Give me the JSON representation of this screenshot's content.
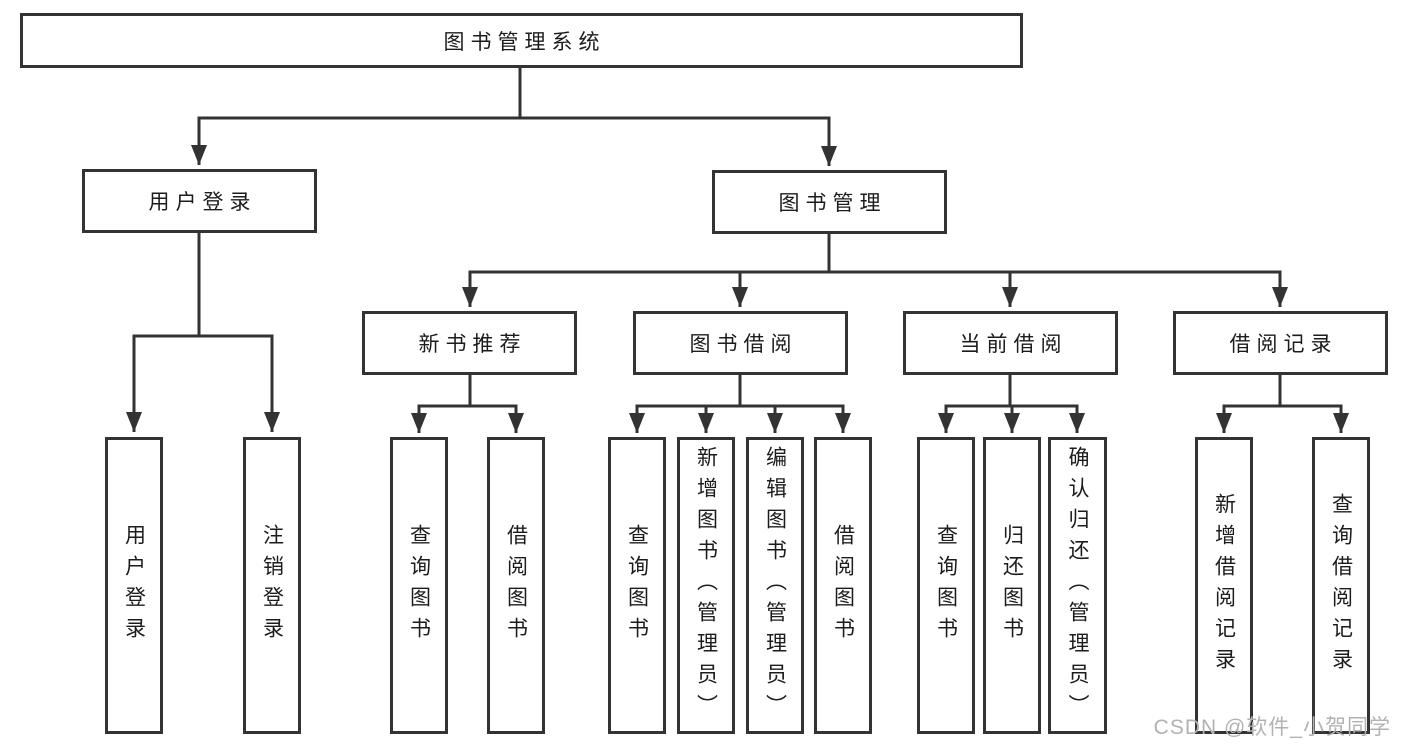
{
  "diagram": {
    "type": "hierarchy-diagram",
    "colors": {
      "line": "#333333",
      "box_border": "#333333",
      "box_background": "#ffffff",
      "text": "#1c1c1c",
      "watermark": "#b2b2b2"
    },
    "tree": {
      "label": "图书管理系统",
      "children": [
        {
          "label": "用户登录",
          "children": [
            {
              "label": "用户登录"
            },
            {
              "label": "注销登录"
            }
          ]
        },
        {
          "label": "图书管理",
          "children": [
            {
              "label": "新书推荐",
              "children": [
                {
                  "label": "查询图书"
                },
                {
                  "label": "借阅图书"
                }
              ]
            },
            {
              "label": "图书借阅",
              "children": [
                {
                  "label": "查询图书"
                },
                {
                  "label": "新增图书（管理员）"
                },
                {
                  "label": "编辑图书（管理员）"
                },
                {
                  "label": "借阅图书"
                }
              ]
            },
            {
              "label": "当前借阅",
              "children": [
                {
                  "label": "查询图书"
                },
                {
                  "label": "归还图书"
                },
                {
                  "label": "确认归还（管理员）"
                }
              ]
            },
            {
              "label": "借阅记录",
              "children": [
                {
                  "label": "新增借阅记录"
                },
                {
                  "label": "查询借阅记录"
                }
              ]
            }
          ]
        }
      ]
    },
    "watermark": "CSDN @软件_小贺同学"
  }
}
